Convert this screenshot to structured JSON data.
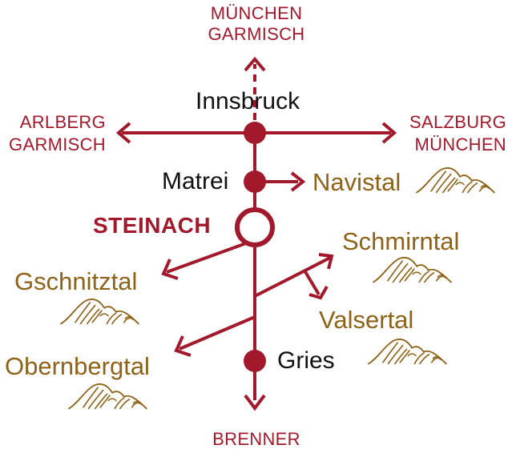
{
  "destinations": {
    "north": {
      "line1": "MÜNCHEN",
      "line2": "GARMISCH"
    },
    "west": {
      "line1": "ARLBERG",
      "line2": "GARMISCH"
    },
    "east": {
      "line1": "SALZBURG",
      "line2": "MÜNCHEN"
    },
    "south": {
      "line1": "BRENNER"
    }
  },
  "towns": {
    "innsbruck": "Innsbruck",
    "matrei": "Matrei",
    "steinach": "STEINACH",
    "gries": "Gries"
  },
  "valleys": {
    "navistal": "Navistal",
    "schmirntal": "Schmirntal",
    "gschnitztal": "Gschnitztal",
    "valsertal": "Valsertal",
    "obernbergtal": "Obernbergtal"
  },
  "colors": {
    "route": "#a3192c",
    "valley": "#8e6318",
    "town_text": "#111111"
  },
  "icons": [
    "mountain-icon"
  ]
}
